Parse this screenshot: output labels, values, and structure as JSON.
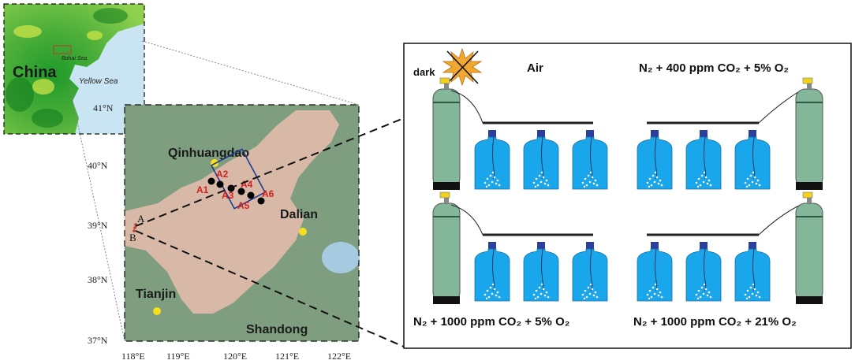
{
  "inset_map": {
    "labels": {
      "country": "China",
      "bohai": "Bohai Sea",
      "yellow": "Yellow Sea",
      "lat": "41°N"
    }
  },
  "main_map": {
    "lat_labels": [
      "40°N",
      "39°N",
      "38°N",
      "37°N"
    ],
    "lon_labels": [
      "118°E",
      "119°E",
      "120°E",
      "121°E",
      "122°E"
    ],
    "cities": [
      "Qinhuangdao",
      "Dalian",
      "Tianjin",
      "Shandong"
    ],
    "stations": [
      "A1",
      "A2",
      "A3",
      "A4",
      "A5",
      "A6"
    ],
    "transect_points": [
      "A",
      "B"
    ]
  },
  "experiment": {
    "dark_label": "dark",
    "air_label": "Air",
    "conditions": [
      "N₂ + 400 ppm CO₂ + 5% O₂",
      "N₂ + 1000 ppm CO₂ + 5% O₂",
      "N₂ + 1000 ppm CO₂ + 21% O₂"
    ]
  },
  "colors": {
    "land": "#d8b9a8",
    "outer": "#7f9d7f",
    "water": "#c8e1f0",
    "station": "#000000",
    "station_label": "#d42020",
    "city_dot": "#f5e01c",
    "tank": "#84b79a",
    "bottle": "#1aa6ea",
    "cap": "#2b3fa0",
    "sun": "#f0a830",
    "rect": "#1f3a8f"
  }
}
